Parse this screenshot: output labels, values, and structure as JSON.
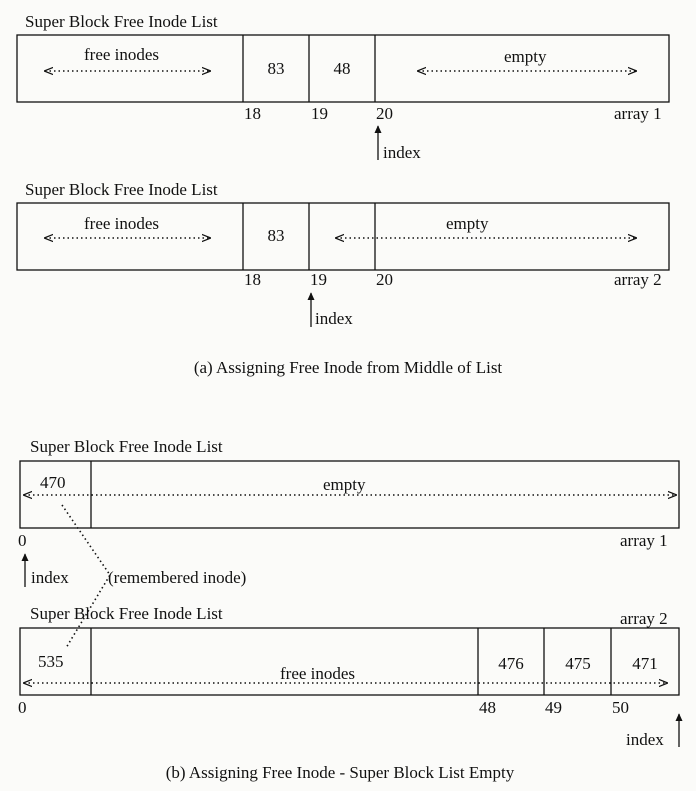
{
  "panel_a": {
    "array1": {
      "title": "Super Block Free Inode List",
      "free_label": "free inodes",
      "cells": [
        "83",
        "48"
      ],
      "empty_label": "empty",
      "positions": [
        "18",
        "19",
        "20"
      ],
      "array_label": "array 1",
      "index_label": "index"
    },
    "array2": {
      "title": "Super Block Free Inode List",
      "free_label": "free inodes",
      "cells": [
        "83"
      ],
      "empty_label": "empty",
      "positions": [
        "18",
        "19",
        "20"
      ],
      "array_label": "array 2",
      "index_label": "index"
    },
    "caption": "(a) Assigning Free Inode from Middle of List"
  },
  "panel_b": {
    "array1": {
      "title": "Super Block Free Inode List",
      "cell": "470",
      "empty_label": "empty",
      "position": "0",
      "array_label": "array 1",
      "index_label": "index",
      "remembered_label": "(remembered inode)"
    },
    "array2": {
      "title": "Super Block Free Inode List",
      "first_cell": "535",
      "free_label": "free inodes",
      "cells": [
        "476",
        "475",
        "471"
      ],
      "positions": [
        "0",
        "48",
        "49",
        "50"
      ],
      "array_label": "array 2",
      "index_label": "index"
    },
    "caption": "(b) Assigning Free Inode - Super Block List Empty"
  }
}
